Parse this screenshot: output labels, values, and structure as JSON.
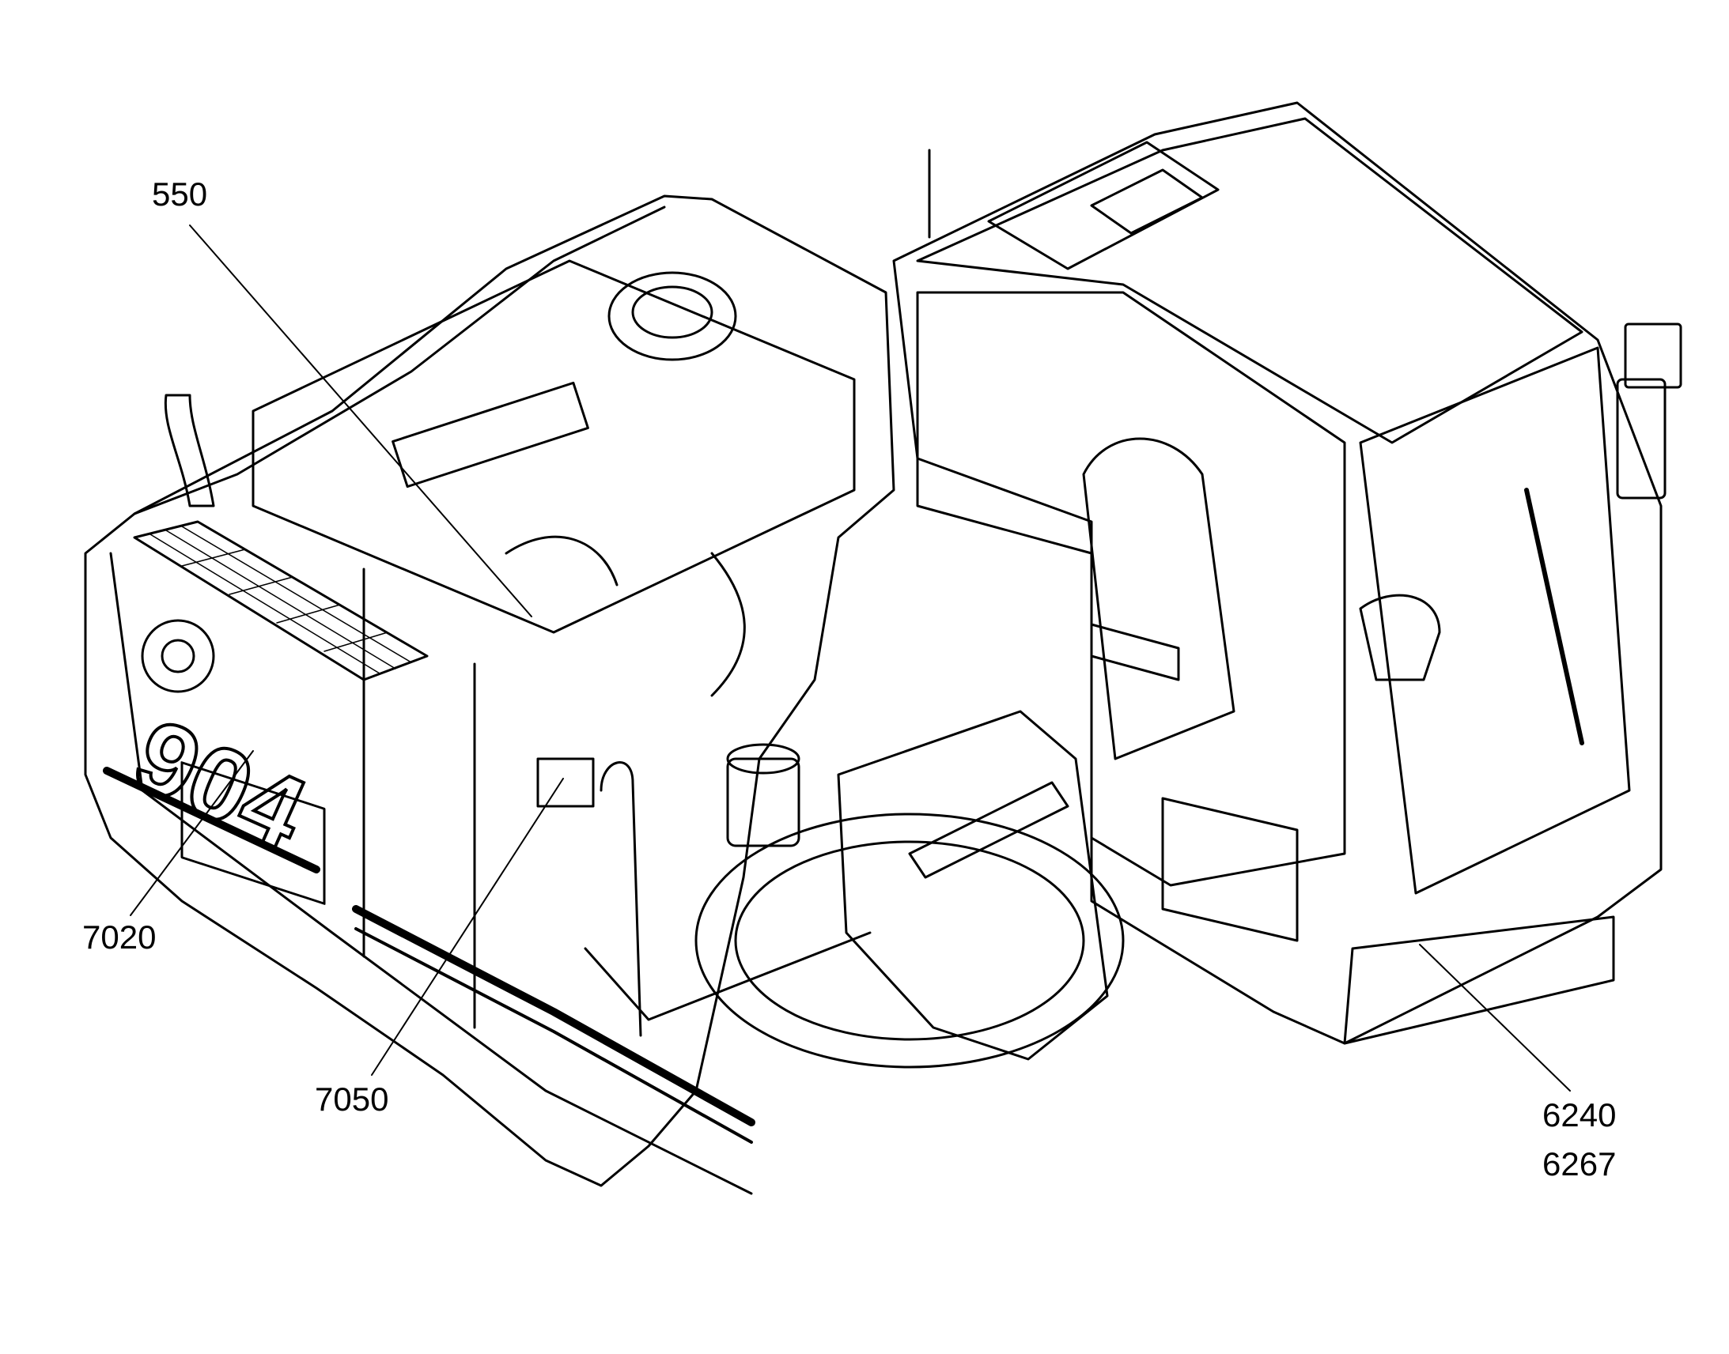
{
  "diagram": {
    "model_decal": "904",
    "callouts": [
      {
        "id": "550",
        "label": "550"
      },
      {
        "id": "7020",
        "label": "7020"
      },
      {
        "id": "7050",
        "label": "7050"
      },
      {
        "id": "6240",
        "label": "6240"
      },
      {
        "id": "6267",
        "label": "6267"
      }
    ]
  },
  "colors": {
    "stroke": "#000000",
    "background": "#ffffff"
  }
}
